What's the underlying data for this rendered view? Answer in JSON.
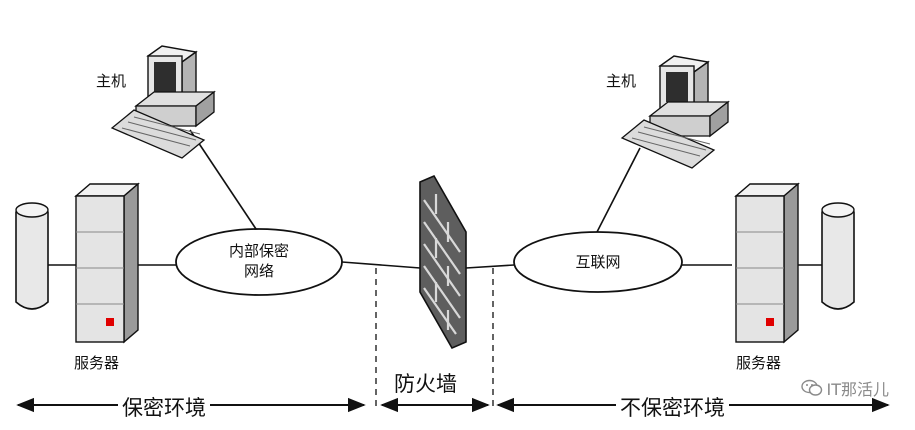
{
  "labels": {
    "host_left": "主机",
    "host_right": "主机",
    "server_left": "服务器",
    "server_right": "服务器",
    "internal_net_line1": "内部保密",
    "internal_net_line2": "网络",
    "internet": "互联网",
    "firewall": "防火墙",
    "secure_zone": "保密环境",
    "insecure_zone": "不保密环境"
  },
  "watermark": {
    "text": "IT那活儿",
    "icon": "wechat-icon"
  },
  "colors": {
    "line": "#111111",
    "server_body": "#e4e4e4",
    "server_led": "#e00000",
    "wall": "#6a6a6a"
  }
}
